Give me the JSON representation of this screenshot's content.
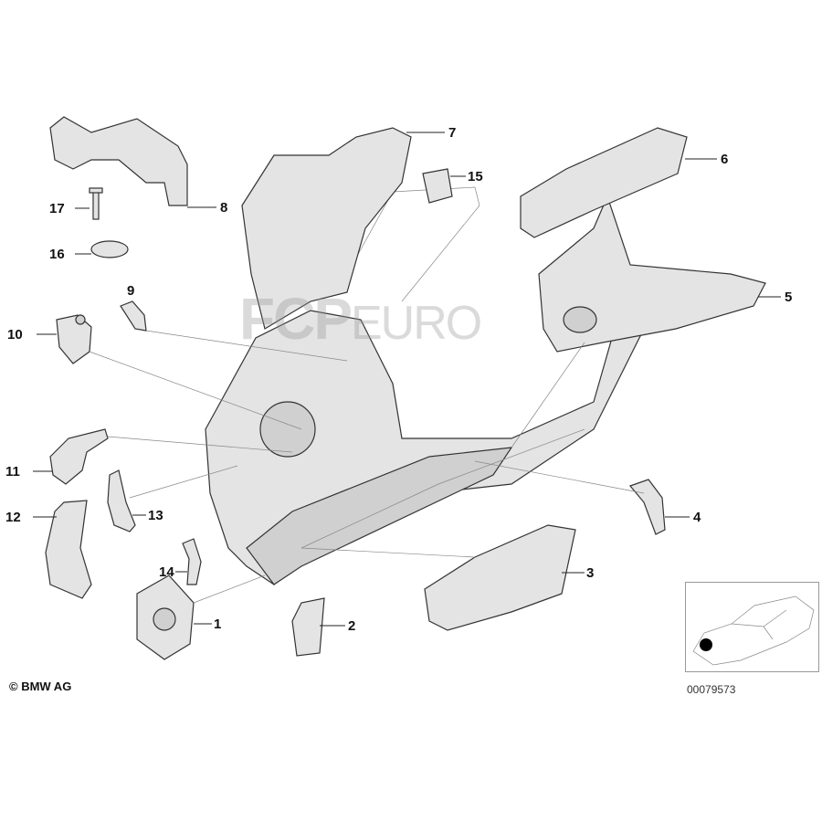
{
  "diagram": {
    "callouts": [
      "1",
      "2",
      "3",
      "4",
      "5",
      "6",
      "7",
      "8",
      "9",
      "10",
      "11",
      "12",
      "13",
      "14",
      "15",
      "16",
      "17"
    ],
    "copyright": "© BMW AG",
    "diagram_number": "00079573",
    "watermark": {
      "brand": "FCP",
      "suffix": "EURO"
    }
  }
}
